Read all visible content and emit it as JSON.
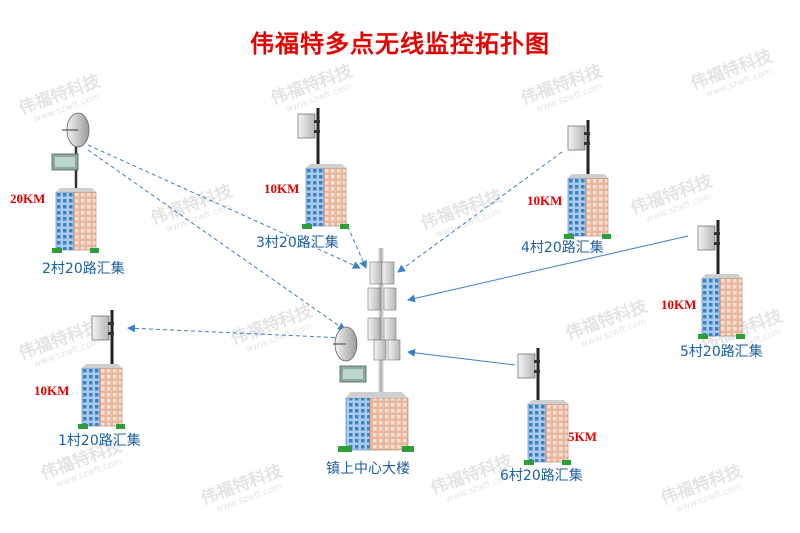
{
  "title": "伟福特多点无线监控拓扑图",
  "watermark": {
    "text": "伟福特科技",
    "subtext": "www.szwft.com"
  },
  "nodes": {
    "village2": {
      "label": "2村20路汇集",
      "distance": "20KM"
    },
    "village3": {
      "label": "3村20路汇集",
      "distance": "10KM"
    },
    "village4": {
      "label": "4村20路汇集",
      "distance": "10KM"
    },
    "village5": {
      "label": "5村20路汇集",
      "distance": "10KM"
    },
    "village1": {
      "label": "1村20路汇集",
      "distance": "10KM"
    },
    "village6": {
      "label": "6村20路汇集",
      "distance": "5KM"
    },
    "center": {
      "label": "镇上中心大楼"
    }
  },
  "colors": {
    "title": "#e60000",
    "label": "#1f5fa0",
    "distance": "#e60000",
    "link": "#3a7fd0"
  }
}
